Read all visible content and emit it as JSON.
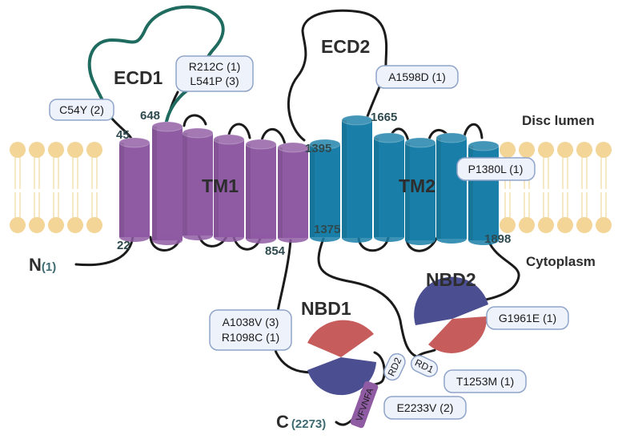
{
  "regions": {
    "lumen": "Disc lumen",
    "cytoplasm": "Cytoplasm"
  },
  "domains": {
    "ecd1": "ECD1",
    "ecd2": "ECD2",
    "tm1": "TM1",
    "tm2": "TM2",
    "nbd1": "NBD1",
    "nbd2": "NBD2"
  },
  "termini": {
    "n": {
      "letter": "N",
      "count": "(1)"
    },
    "c": {
      "letter": "C",
      "count": "(2273)"
    }
  },
  "residues": [
    "45",
    "648",
    "22",
    "854",
    "1395",
    "1665",
    "1375",
    "1898"
  ],
  "motifs": {
    "rd1": "RD1",
    "rd2": "RD2",
    "vfvnfa": "VFVNFA"
  },
  "mutations": {
    "c54y": "C54Y (2)",
    "r212c": "R212C (1)",
    "l541p": "L541P (3)",
    "a1598d": "A1598D (1)",
    "p1380l": "P1380L (1)",
    "a1038v": "A1038V (3)",
    "r1098c": "R1098C (1)",
    "g1961e": "G1961E (1)",
    "t1253m": "T1253M (1)",
    "e2233v": "E2233V (2)"
  },
  "colors": {
    "tm1": "#8f5ba3",
    "tm2": "#1a7fa8",
    "ecd1_loop": "#1f6b60",
    "nbd_red": "#c75c5c",
    "nbd_blue": "#4b4f92",
    "membrane_head": "#f2d597",
    "membrane_tail": "#f5e8c2"
  }
}
